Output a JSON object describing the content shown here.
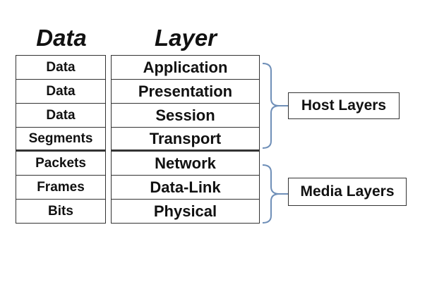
{
  "headers": {
    "data": "Data",
    "layer": "Layer"
  },
  "rows": [
    {
      "data": "Data",
      "layer": "Application"
    },
    {
      "data": "Data",
      "layer": "Presentation"
    },
    {
      "data": "Data",
      "layer": "Session"
    },
    {
      "data": "Segments",
      "layer": "Transport"
    },
    {
      "data": "Packets",
      "layer": "Network"
    },
    {
      "data": "Frames",
      "layer": "Data-Link"
    },
    {
      "data": "Bits",
      "layer": "Physical"
    }
  ],
  "groups": {
    "host": "Host Layers",
    "media": "Media Layers"
  },
  "colors": {
    "border": "#333333",
    "brace": "#6f8fb8",
    "text": "#111111"
  }
}
